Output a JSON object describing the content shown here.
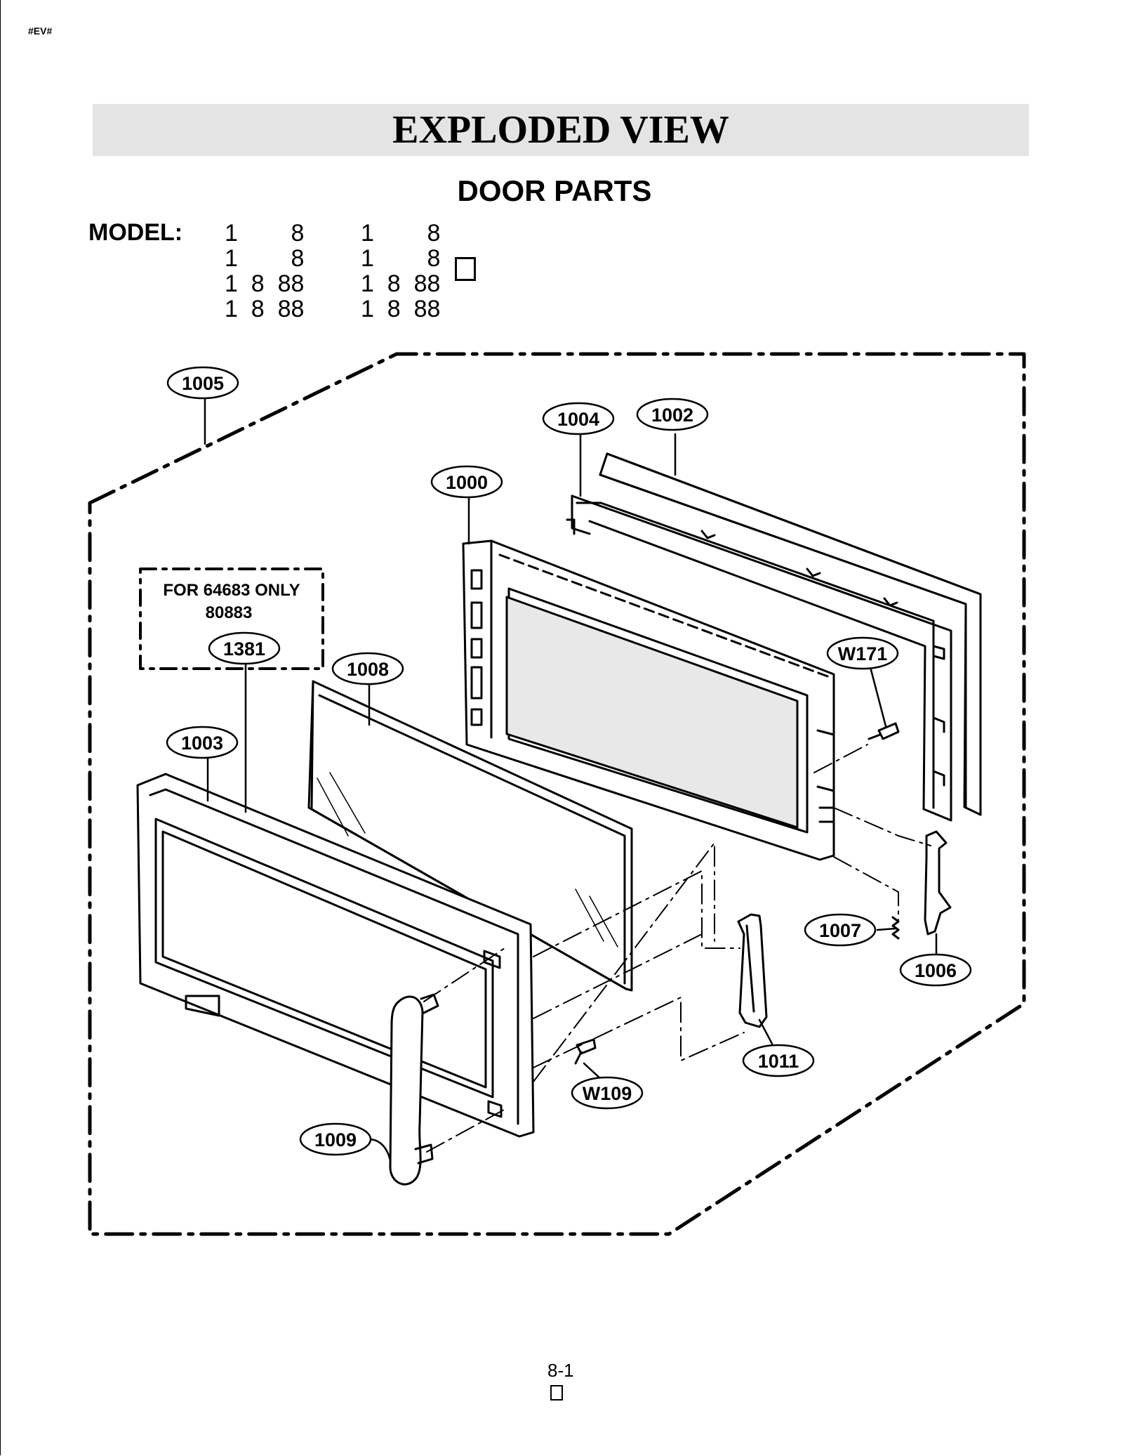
{
  "header": {
    "tag": "#EV#"
  },
  "title": "EXPLODED VIEW",
  "subtitle": "DOOR PARTS",
  "model": {
    "label": "MODEL:",
    "rows": [
      [
        "1        8",
        "1        8"
      ],
      [
        "1        8",
        "1        8"
      ],
      [
        "1  8  88",
        "1  8  88"
      ],
      [
        "1  8  88",
        "1  8  88"
      ]
    ]
  },
  "note": {
    "line1": "FOR 64683 ONLY",
    "line2": "80883"
  },
  "callouts": {
    "c1005": "1005",
    "c1004": "1004",
    "c1002": "1002",
    "c1000": "1000",
    "c1381": "1381",
    "c1008": "1008",
    "c1003": "1003",
    "cW171": "W171",
    "c1007": "1007",
    "c1006": "1006",
    "c1011": "1011",
    "cW109": "W109",
    "c1009": "1009"
  },
  "footer": {
    "page_number": "8-1"
  }
}
